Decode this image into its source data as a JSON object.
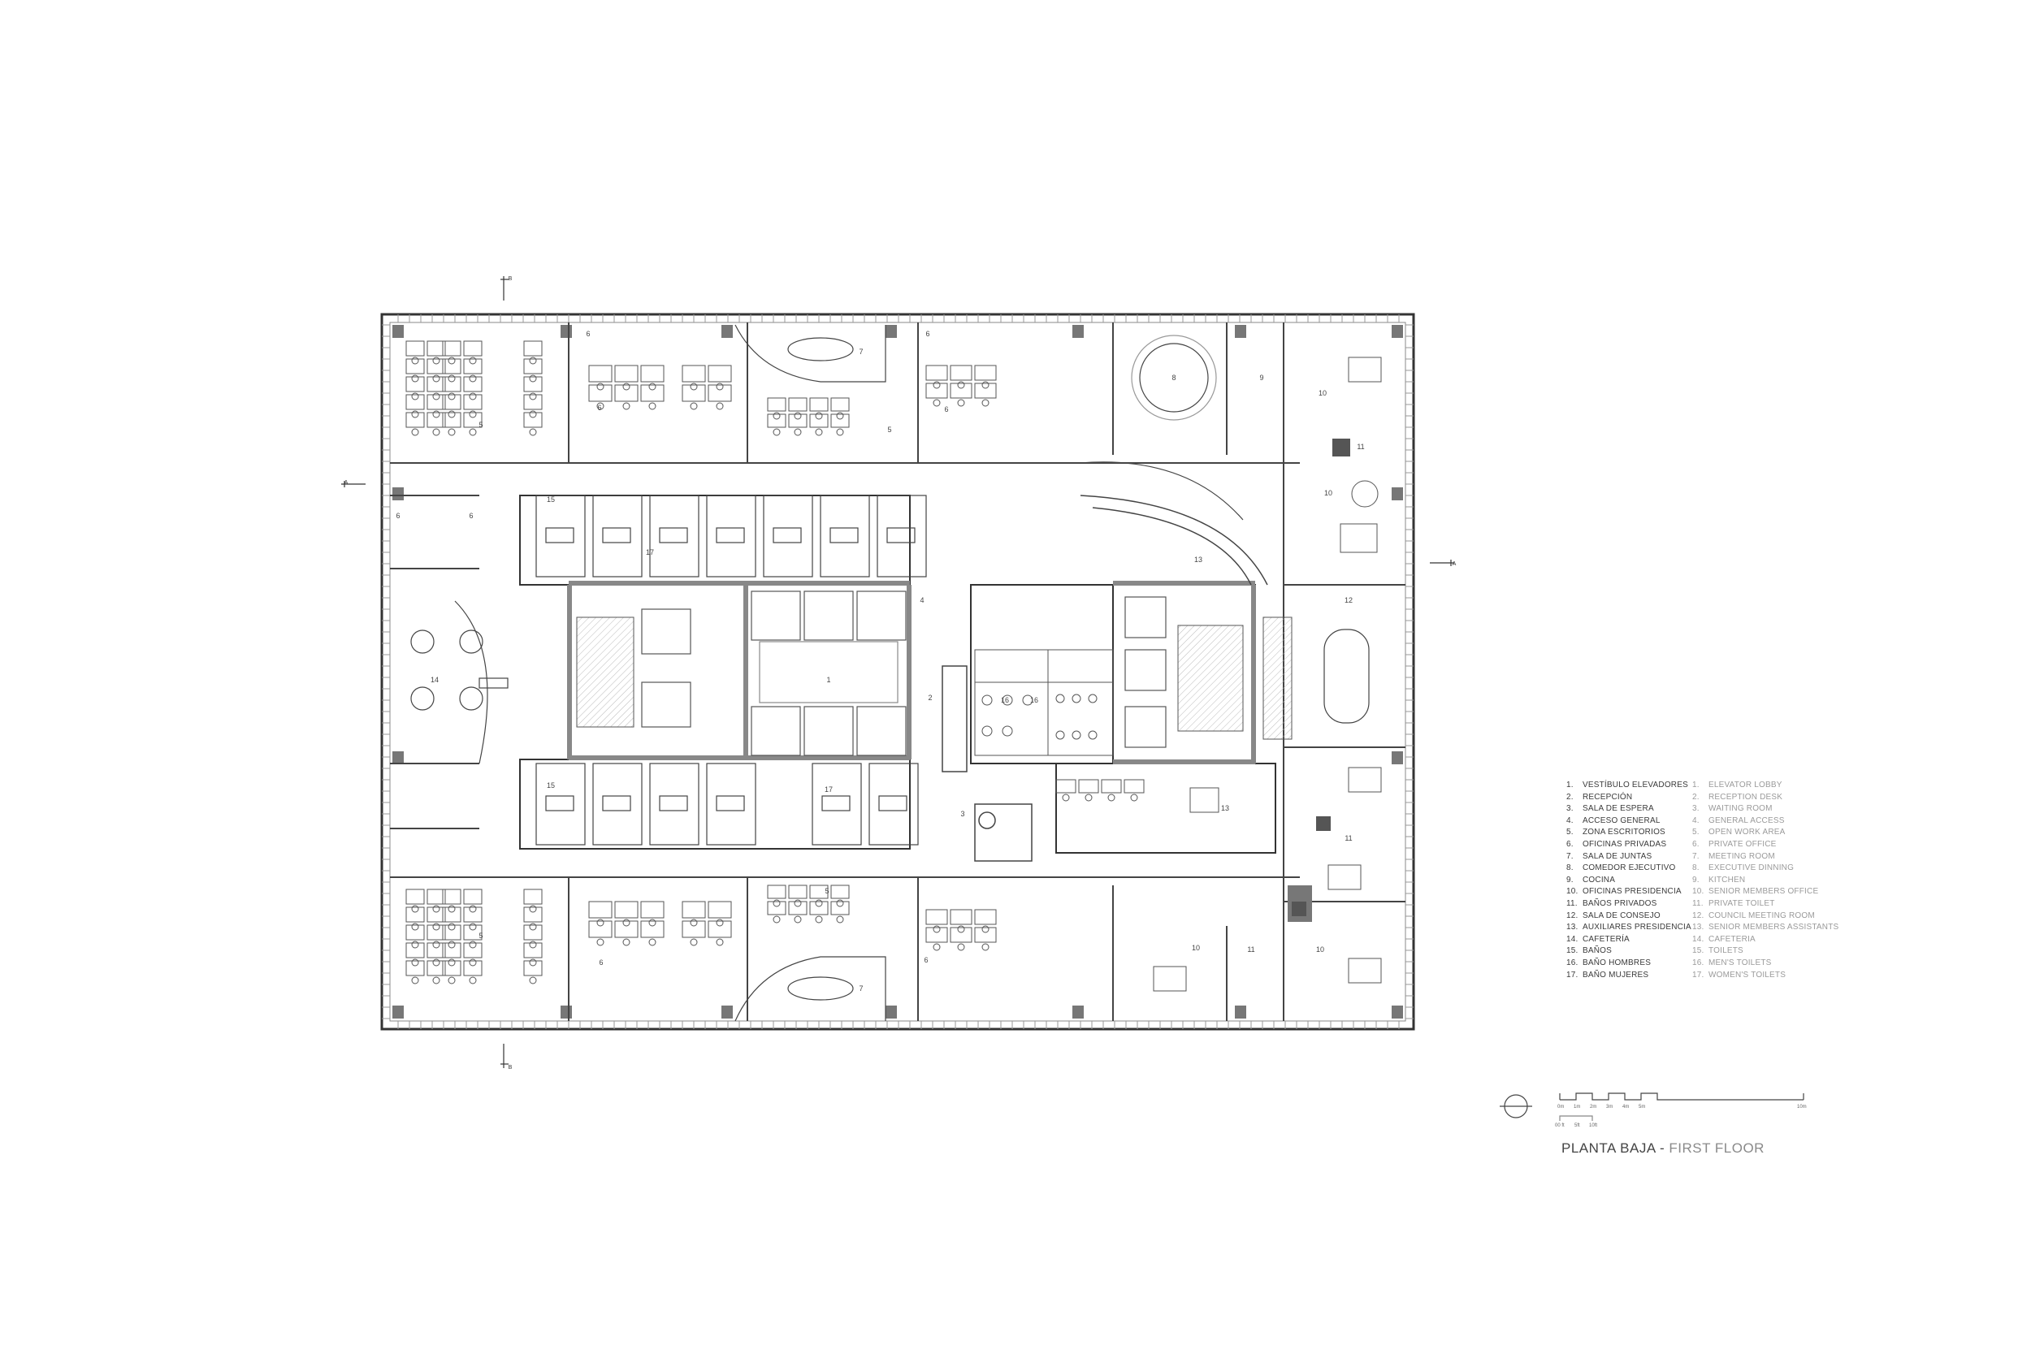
{
  "drawing": {
    "title_es": "PLANTA BAJA",
    "separator": "-",
    "title_en": "FIRST FLOOR"
  },
  "section_markers": {
    "top": "B",
    "bottom": "B",
    "left": "A",
    "right": "A"
  },
  "legend_es": [
    {
      "num": "1.",
      "label": "VESTÍBULO ELEVADORES"
    },
    {
      "num": "2.",
      "label": "RECEPCIÓN"
    },
    {
      "num": "3.",
      "label": "SALA DE ESPERA"
    },
    {
      "num": "4.",
      "label": "ACCESO GENERAL"
    },
    {
      "num": "5.",
      "label": "ZONA ESCRITORIOS"
    },
    {
      "num": "6.",
      "label": "OFICINAS PRIVADAS"
    },
    {
      "num": "7.",
      "label": "SALA DE JUNTAS"
    },
    {
      "num": "8.",
      "label": "COMEDOR EJECUTIVO"
    },
    {
      "num": "9.",
      "label": "COCINA"
    },
    {
      "num": "10.",
      "label": "OFICINAS PRESIDENCIA"
    },
    {
      "num": "11.",
      "label": "BAÑOS PRIVADOS"
    },
    {
      "num": "12.",
      "label": "SALA DE CONSEJO"
    },
    {
      "num": "13.",
      "label": "AUXILIARES PRESIDENCIA"
    },
    {
      "num": "14.",
      "label": "CAFETERÍA"
    },
    {
      "num": "15.",
      "label": "BAÑOS"
    },
    {
      "num": "16.",
      "label": "BAÑO HOMBRES"
    },
    {
      "num": "17.",
      "label": "BAÑO MUJERES"
    }
  ],
  "legend_en": [
    {
      "num": "1.",
      "label": "ELEVATOR LOBBY"
    },
    {
      "num": "2.",
      "label": "RECEPTION DESK"
    },
    {
      "num": "3.",
      "label": "WAITING ROOM"
    },
    {
      "num": "4.",
      "label": "GENERAL ACCESS"
    },
    {
      "num": "5.",
      "label": "OPEN WORK AREA"
    },
    {
      "num": "6.",
      "label": "PRIVATE OFFICE"
    },
    {
      "num": "7.",
      "label": "MEETING ROOM"
    },
    {
      "num": "8.",
      "label": "EXECUTIVE DINNING"
    },
    {
      "num": "9.",
      "label": "KITCHEN"
    },
    {
      "num": "10.",
      "label": "SENIOR MEMBERS OFFICE"
    },
    {
      "num": "11.",
      "label": "PRIVATE TOILET"
    },
    {
      "num": "12.",
      "label": "COUNCIL MEETING ROOM"
    },
    {
      "num": "13.",
      "label": "SENIOR MEMBERS ASSISTANTS"
    },
    {
      "num": "14.",
      "label": "CAFETERIA"
    },
    {
      "num": "15.",
      "label": "TOILETS"
    },
    {
      "num": "16.",
      "label": "MEN'S TOILETS"
    },
    {
      "num": "17.",
      "label": "WOMEN'S TOILETS"
    }
  ],
  "scale": {
    "metric_labels": [
      "0m",
      "1m",
      "2m",
      "3m",
      "4m",
      "5m",
      "10m"
    ],
    "imperial_labels": [
      "00 ft",
      "5ft",
      "10ft"
    ]
  },
  "room_labels": [
    {
      "id": "r1",
      "text": "1"
    },
    {
      "id": "r2",
      "text": "2"
    },
    {
      "id": "r3",
      "text": "3"
    },
    {
      "id": "r4",
      "text": "4"
    },
    {
      "id": "r5a",
      "text": "5"
    },
    {
      "id": "r5b",
      "text": "5"
    },
    {
      "id": "r5c",
      "text": "5"
    },
    {
      "id": "r5d",
      "text": "5"
    },
    {
      "id": "r6a",
      "text": "6"
    },
    {
      "id": "r6b",
      "text": "6"
    },
    {
      "id": "r6c",
      "text": "6"
    },
    {
      "id": "r6d",
      "text": "6"
    },
    {
      "id": "r6e",
      "text": "6"
    },
    {
      "id": "r6f",
      "text": "6"
    },
    {
      "id": "r6g",
      "text": "6"
    },
    {
      "id": "r6h",
      "text": "6"
    },
    {
      "id": "r7a",
      "text": "7"
    },
    {
      "id": "r7b",
      "text": "7"
    },
    {
      "id": "r8",
      "text": "8"
    },
    {
      "id": "r9",
      "text": "9"
    },
    {
      "id": "r10a",
      "text": "10"
    },
    {
      "id": "r10b",
      "text": "10"
    },
    {
      "id": "r10c",
      "text": "10"
    },
    {
      "id": "r10d",
      "text": "10"
    },
    {
      "id": "r11a",
      "text": "11"
    },
    {
      "id": "r11b",
      "text": "11"
    },
    {
      "id": "r11c",
      "text": "11"
    },
    {
      "id": "r12",
      "text": "12"
    },
    {
      "id": "r13a",
      "text": "13"
    },
    {
      "id": "r13b",
      "text": "13"
    },
    {
      "id": "r14",
      "text": "14"
    },
    {
      "id": "r15a",
      "text": "15"
    },
    {
      "id": "r15b",
      "text": "15"
    },
    {
      "id": "r16a",
      "text": "16"
    },
    {
      "id": "r16b",
      "text": "16"
    },
    {
      "id": "r17a",
      "text": "17"
    },
    {
      "id": "r17b",
      "text": "17"
    }
  ]
}
